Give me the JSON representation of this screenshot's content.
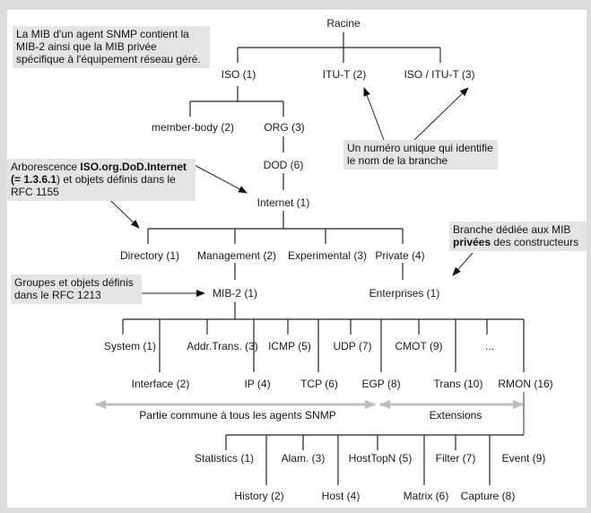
{
  "tree": {
    "root": "Racine",
    "level1": [
      "ISO (1)",
      "ITU-T (2)",
      "ISO / ITU-T (3)"
    ],
    "iso_children": [
      "member-body (2)",
      "ORG (3)"
    ],
    "org_chain": [
      "DOD (6)",
      "Internet (1)"
    ],
    "internet_children": [
      "Directory (1)",
      "Management (2)",
      "Experimental (3)",
      "Private (4)"
    ],
    "management_child": "MIB-2 (1)",
    "private_child": "Enterprises (1)",
    "mib2_groups_top": [
      "System (1)",
      "Addr.Trans. (3)",
      "ICMP (5)",
      "UDP (7)",
      "CMOT (9)",
      "..."
    ],
    "mib2_groups_bottom": [
      "Interface (2)",
      "IP (4)",
      "TCP (6)",
      "EGP (8)",
      "Trans (10)",
      "RMON (16)"
    ],
    "rmon_groups_top": [
      "Statistics (1)",
      "Alam. (3)",
      "HostTopN (5)",
      "Filter (7)",
      "Event (9)"
    ],
    "rmon_groups_bottom": [
      "History (2)",
      "Host (4)",
      "Matrix (6)",
      "Capture (8)"
    ]
  },
  "notes": {
    "mib_agent": [
      "La MIB d'un agent SNMP contient la",
      "MIB-2 ainsi que la MIB privée",
      "spécifique à l'équipement réseau géré."
    ],
    "unique_number": [
      "Un numéro unique qui identifie",
      "le nom de la branche"
    ],
    "arborescence": {
      "line1_prefix": "Arborescence ",
      "line1_bold": "ISO.org.DoD.Internet",
      "line2_bold": "(= 1.3.6.1",
      "line2_rest": ") et objets définis dans le",
      "line3": "RFC 1155"
    },
    "private_branch": {
      "line1": "Branche dédiée aux MIB",
      "line2_bold": "privées",
      "line2_rest": " des constructeurs"
    },
    "rfc1213": [
      "Groupes et objets définis",
      "dans le RFC 1213"
    ]
  },
  "bands": {
    "common": "Partie commune à tous les agents SNMP",
    "extensions": "Extensions"
  }
}
